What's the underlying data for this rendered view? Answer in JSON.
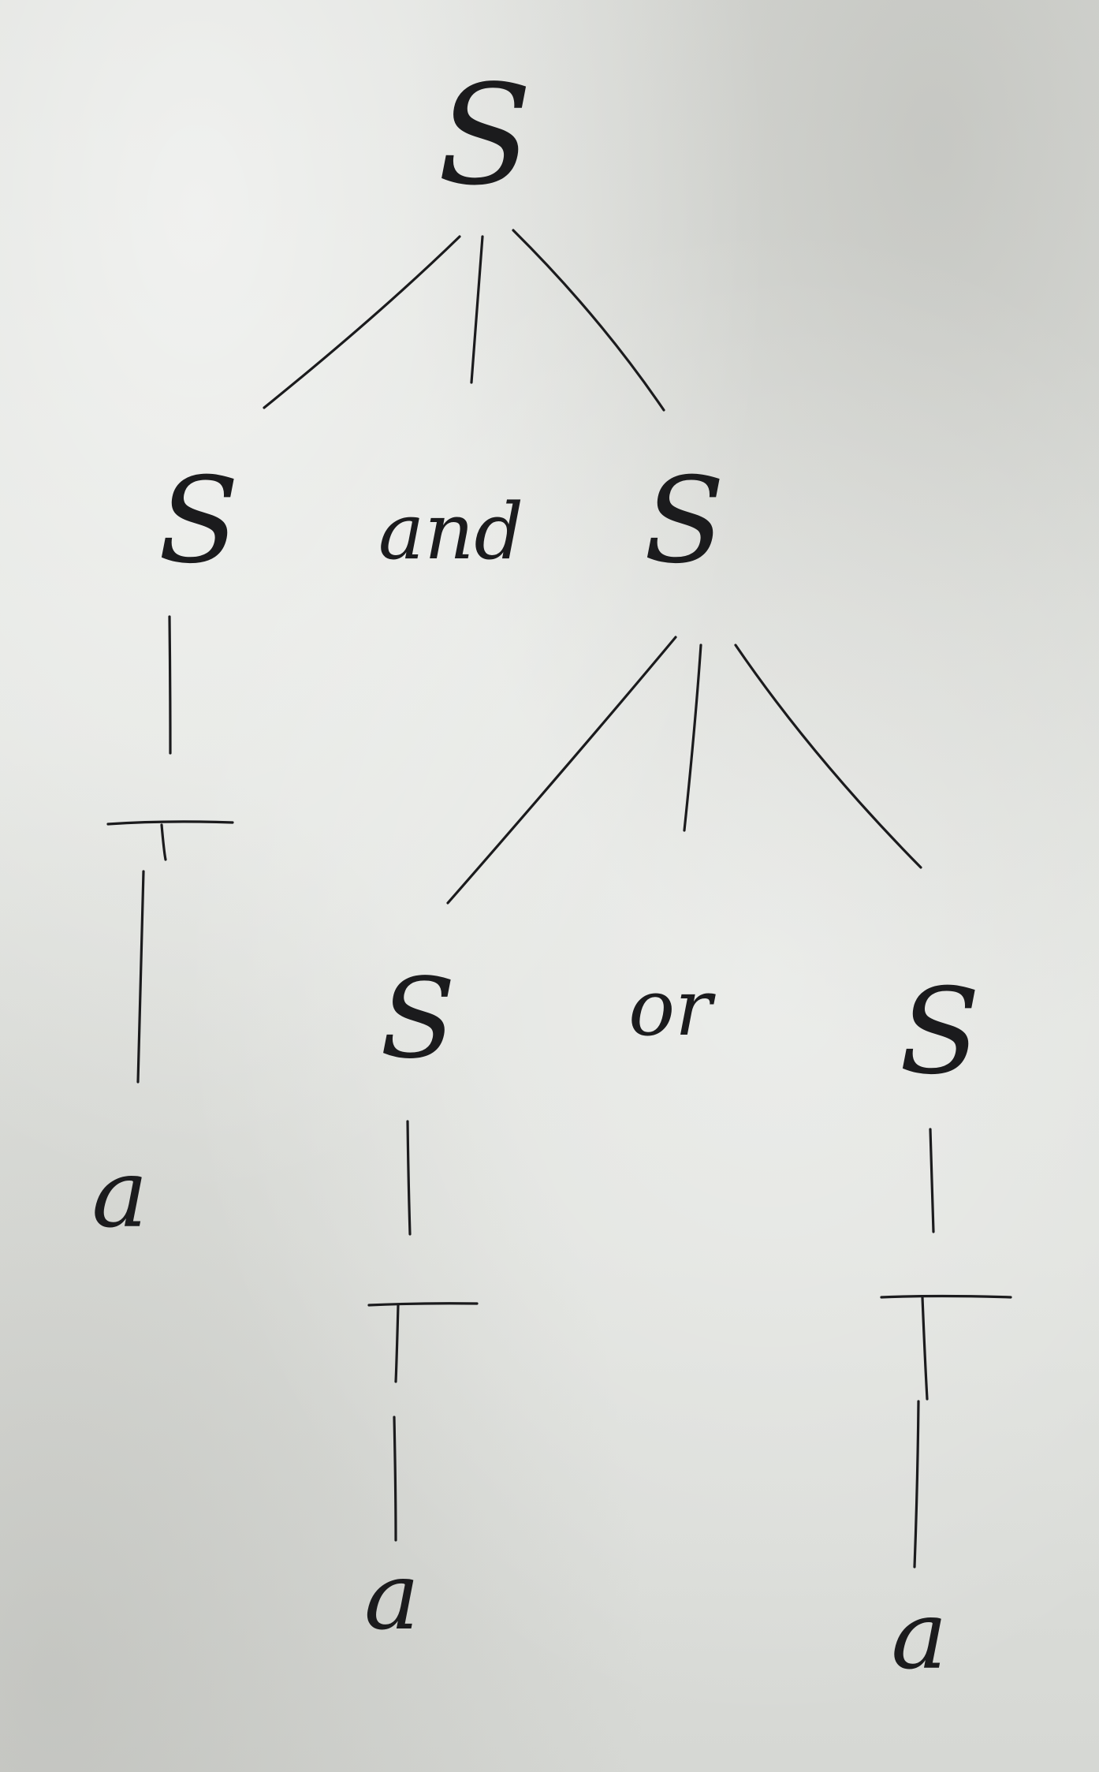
{
  "tree": {
    "root": {
      "label": "S",
      "children": [
        {
          "label": "S",
          "children": [
            {
              "label": "T",
              "children": [
                {
                  "label": "a"
                }
              ]
            }
          ]
        },
        {
          "label": "and"
        },
        {
          "label": "S",
          "children": [
            {
              "label": "S",
              "children": [
                {
                  "label": "T",
                  "children": [
                    {
                      "label": "a"
                    }
                  ]
                }
              ]
            },
            {
              "label": "or"
            },
            {
              "label": "S",
              "children": [
                {
                  "label": "T",
                  "children": [
                    {
                      "label": "a"
                    }
                  ]
                }
              ]
            }
          ]
        }
      ]
    }
  }
}
